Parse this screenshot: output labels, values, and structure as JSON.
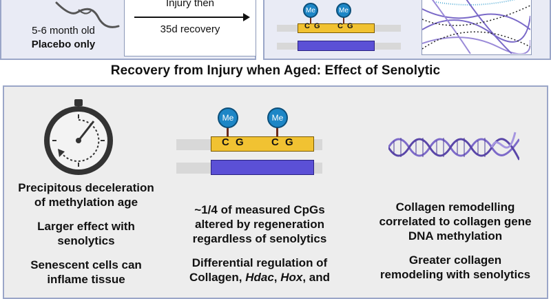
{
  "top_left": {
    "mouse_line1": "5-6 month old",
    "mouse_line2": "Placebo only",
    "arrow_line1": "Injury then",
    "arrow_line2": "35d recovery"
  },
  "top_right": {
    "me_label": "Me",
    "c_label": "C",
    "g_label": "G"
  },
  "title": "Recovery from Injury when Aged: Effect of Senolytic",
  "col1": {
    "line1": "Precipitous deceleration",
    "line2": "of methylation age",
    "line3": "Larger effect with",
    "line4": "senolytics",
    "line5": "Senescent cells can",
    "line6": "inflame tissue"
  },
  "col2": {
    "me_label": "Me",
    "c_label": "C",
    "g_label": "G",
    "line1": "~1/4 of measured CpGs",
    "line2": "altered by regeneration",
    "line3": "regardless of senolytics",
    "line4": "Differential regulation of",
    "line5a": "Collagen, ",
    "line5b": "Hdac",
    "line5c": ", ",
    "line5d": "Hox",
    "line5e": ", and"
  },
  "col3": {
    "line1": "Collagen remodelling",
    "line2": "correlated to collagen gene",
    "line3": "DNA methylation",
    "line4": "Greater collagen",
    "line5": "remodeling with senolytics"
  },
  "colors": {
    "panel_bg": "#ededed",
    "top_panel_bg": "#e9ebf5",
    "border": "#9aa6c8",
    "me_blue": "#1d86c6",
    "cpg_yellow": "#f1c232",
    "dna_blue": "#5b50d6",
    "collagen_purple": "#6a4fb0"
  }
}
